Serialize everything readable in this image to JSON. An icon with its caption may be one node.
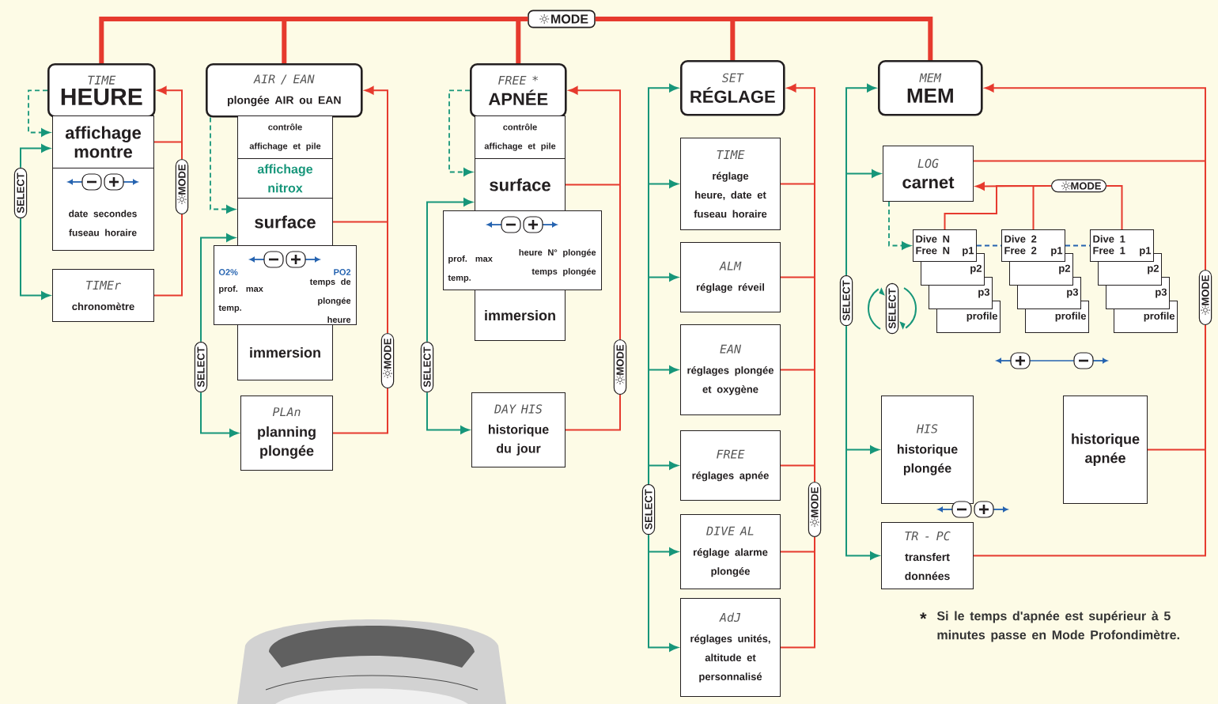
{
  "diagram": {
    "nodes": [
      {
        "text": [
          "MODE"
        ]
      },
      {
        "text": [
          "TIME",
          "HEURE"
        ]
      },
      {
        "text": [
          "affichage montre"
        ]
      },
      {
        "text": [
          "date secondes fuseau horaire"
        ]
      },
      {
        "text": [
          "TIMEr",
          "chronomètre"
        ]
      },
      {
        "text": [
          "AIR / EAN",
          "plongée AIR ou EAN"
        ]
      },
      {
        "text": [
          "contrôle affichage et pile"
        ]
      },
      {
        "text": [
          "affichage nitrox"
        ]
      },
      {
        "text": [
          "surface"
        ]
      },
      {
        "text": [
          "O2%",
          "PO2",
          "prof. max temp.",
          "temps de plongée heure"
        ]
      },
      {
        "text": [
          "immersion"
        ]
      },
      {
        "text": [
          "PLAn",
          "planning plongée"
        ]
      },
      {
        "text": [
          "FREE *",
          "APNÉE"
        ]
      },
      {
        "text": [
          "contrôle affichage et pile"
        ]
      },
      {
        "text": [
          "surface"
        ]
      },
      {
        "text": [
          "prof. max temp.",
          "heure N° plongée temps plongée"
        ]
      },
      {
        "text": [
          "immersion"
        ]
      },
      {
        "text": [
          "DAY HIS",
          "historique du jour"
        ]
      },
      {
        "text": [
          "SET",
          "RÉGLAGE"
        ]
      },
      {
        "text": [
          "TIME",
          "réglage heure, date et fuseau horaire"
        ]
      },
      {
        "text": [
          "ALM",
          "réglage réveil"
        ]
      },
      {
        "text": [
          "EAN",
          "réglages plongée et oxygène"
        ]
      },
      {
        "text": [
          "FREE",
          "réglages apnée"
        ]
      },
      {
        "text": [
          "DIVE AL",
          "réglage alarme plongée"
        ]
      },
      {
        "text": [
          "AdJ",
          "réglages unités, altitude et personnalisé"
        ]
      },
      {
        "text": [
          "SELECT"
        ]
      },
      {
        "text": [
          "MEM",
          "MEM"
        ]
      },
      {
        "text": [
          "LOG",
          "carnet"
        ]
      },
      {
        "text": [
          "Dive N Free N",
          "p1"
        ]
      },
      {
        "text": [
          "p2"
        ]
      },
      {
        "text": [
          "p3"
        ]
      },
      {
        "text": [
          "profile"
        ]
      },
      {
        "text": [
          "Dive 2 Free 2",
          "p1"
        ]
      },
      {
        "text": [
          "p2"
        ]
      },
      {
        "text": [
          "p3"
        ]
      },
      {
        "text": [
          "profile"
        ]
      },
      {
        "text": [
          "Dive 1 Free 1",
          "p1"
        ]
      },
      {
        "text": [
          "p2"
        ]
      },
      {
        "text": [
          "p3"
        ]
      },
      {
        "text": [
          "profile"
        ]
      },
      {
        "text": [
          "HIS",
          "historique plongée"
        ]
      },
      {
        "text": [
          "historique apnée"
        ]
      },
      {
        "text": [
          "TR - PC",
          "transfert données"
        ]
      },
      {
        "text": [
          "SELECT"
        ]
      },
      {
        "text": [
          "SELECT"
        ]
      },
      {
        "text": [
          "MODE"
        ]
      },
      {
        "text": [
          "SELECT"
        ]
      },
      {
        "text": [
          "MODE"
        ]
      },
      {
        "text": [
          "SELECT"
        ]
      },
      {
        "text": [
          "MODE"
        ]
      },
      {
        "text": [
          "MODE"
        ]
      },
      {
        "text": [
          "MODE"
        ]
      },
      {
        "text": [
          "MODE"
        ]
      }
    ],
    "edges": [
      {
        "from": 0,
        "to": 1,
        "arrow": "none",
        "style": "thick"
      },
      {
        "from": 0,
        "to": 5,
        "arrow": "none",
        "style": "thick"
      },
      {
        "from": 0,
        "to": 12,
        "arrow": "none",
        "style": "thick"
      },
      {
        "from": 0,
        "to": 18,
        "arrow": "none",
        "style": "thick"
      },
      {
        "from": 0,
        "to": 26,
        "arrow": "none",
        "style": "thick"
      },
      {
        "from": 1,
        "to": 2,
        "arrow": "to",
        "style": "dashed",
        "color": "#17967a"
      },
      {
        "from": 44,
        "to": 2,
        "arrow": "to",
        "color": "#17967a"
      },
      {
        "from": 44,
        "to": 4,
        "arrow": "to",
        "color": "#17967a"
      },
      {
        "from": 2,
        "to": 45,
        "arrow": "none"
      },
      {
        "from": 4,
        "to": 45,
        "arrow": "none"
      },
      {
        "from": 45,
        "to": 1,
        "arrow": "to"
      },
      {
        "from": 5,
        "to": 8,
        "arrow": "to",
        "style": "dashed",
        "color": "#17967a"
      },
      {
        "from": 46,
        "to": 8,
        "arrow": "to",
        "color": "#17967a"
      },
      {
        "from": 46,
        "to": 11,
        "arrow": "to",
        "color": "#17967a"
      },
      {
        "from": 8,
        "to": 47,
        "arrow": "none"
      },
      {
        "from": 11,
        "to": 47,
        "arrow": "none"
      },
      {
        "from": 47,
        "to": 5,
        "arrow": "to"
      },
      {
        "from": 12,
        "to": 14,
        "arrow": "to",
        "style": "dashed",
        "color": "#17967a"
      },
      {
        "from": 48,
        "to": 14,
        "arrow": "to",
        "color": "#17967a"
      },
      {
        "from": 48,
        "to": 17,
        "arrow": "to",
        "color": "#17967a"
      },
      {
        "from": 14,
        "to": 49,
        "arrow": "none"
      },
      {
        "from": 17,
        "to": 49,
        "arrow": "none"
      },
      {
        "from": 49,
        "to": 12,
        "arrow": "to"
      },
      {
        "from": 25,
        "to": 18,
        "arrow": "to",
        "color": "#17967a"
      },
      {
        "from": 25,
        "to": 19,
        "arrow": "to",
        "color": "#17967a"
      },
      {
        "from": 25,
        "to": 20,
        "arrow": "to",
        "color": "#17967a"
      },
      {
        "from": 25,
        "to": 21,
        "arrow": "to",
        "color": "#17967a"
      },
      {
        "from": 25,
        "to": 22,
        "arrow": "to",
        "color": "#17967a"
      },
      {
        "from": 25,
        "to": 23,
        "arrow": "to",
        "color": "#17967a"
      },
      {
        "from": 25,
        "to": 24,
        "arrow": "to",
        "color": "#17967a"
      },
      {
        "from": 19,
        "to": 50,
        "arrow": "none"
      },
      {
        "from": 20,
        "to": 50,
        "arrow": "none"
      },
      {
        "from": 21,
        "to": 50,
        "arrow": "none"
      },
      {
        "from": 22,
        "to": 50,
        "arrow": "none"
      },
      {
        "from": 23,
        "to": 50,
        "arrow": "none"
      },
      {
        "from": 24,
        "to": 50,
        "arrow": "none"
      },
      {
        "from": 50,
        "to": 18,
        "arrow": "to"
      },
      {
        "from": 43,
        "to": 26,
        "arrow": "to",
        "color": "#17967a"
      },
      {
        "from": 43,
        "to": 27,
        "arrow": "to",
        "color": "#17967a"
      },
      {
        "from": 43,
        "to": 40,
        "arrow": "to",
        "color": "#17967a"
      },
      {
        "from": 43,
        "to": 42,
        "arrow": "to",
        "color": "#17967a"
      },
      {
        "from": 27,
        "to": 28,
        "arrow": "to",
        "style": "dashed",
        "color": "#17967a"
      },
      {
        "from": 28,
        "to": 32,
        "arrow": "none",
        "style": "dashed",
        "color": "#2563b0"
      },
      {
        "from": 32,
        "to": 36,
        "arrow": "none",
        "style": "dashed",
        "color": "#2563b0"
      },
      {
        "from": 28,
        "to": 52,
        "arrow": "none"
      },
      {
        "from": 32,
        "to": 52,
        "arrow": "none"
      },
      {
        "from": 36,
        "to": 52,
        "arrow": "none"
      },
      {
        "from": 52,
        "to": 27,
        "arrow": "to"
      },
      {
        "from": 27,
        "to": 51,
        "arrow": "none"
      },
      {
        "from": 41,
        "to": 51,
        "arrow": "none"
      },
      {
        "from": 42,
        "to": 51,
        "arrow": "none"
      },
      {
        "from": 51,
        "to": 26,
        "arrow": "to"
      }
    ],
    "labels": [
      "SELECT",
      "*",
      "Si le temps d'apnée est supérieur à 5 minutes passe en Mode Profondimètre."
    ]
  }
}
